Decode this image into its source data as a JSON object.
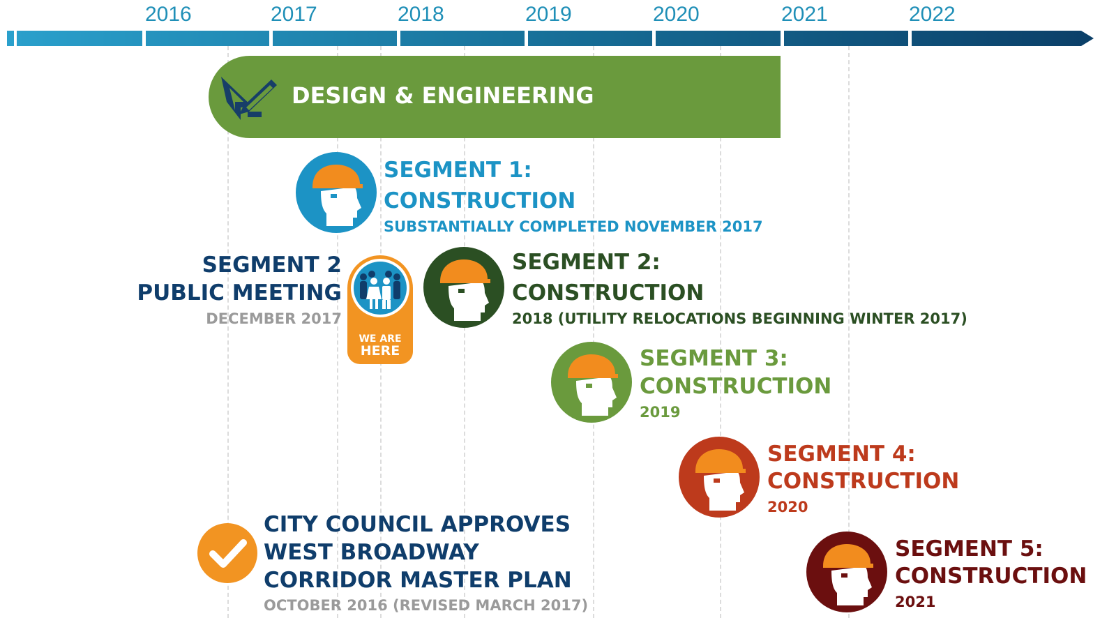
{
  "timeline": {
    "years": [
      "2016",
      "2017",
      "2018",
      "2019",
      "2020",
      "2021",
      "2022"
    ],
    "bar_colors": [
      "#2a9fcb",
      "#1d85ad",
      "#166f97",
      "#0f5d84",
      "#0a4c73"
    ]
  },
  "design": {
    "label": "DESIGN & ENGINEERING",
    "icon": "drafting-tools-icon",
    "color": "#6a9a3d"
  },
  "segment1": {
    "title_line1": "SEGMENT 1:",
    "title_line2": "CONSTRUCTION",
    "subtitle": "SUBSTANTIALLY COMPLETED NOVEMBER 2017",
    "color": "#1c93c5",
    "icon": "hard-hat-worker-icon"
  },
  "public_meeting": {
    "title_line1": "SEGMENT 2",
    "title_line2": "PUBLIC MEETING",
    "subtitle": "DECEMBER 2017",
    "badge_line1": "WE ARE",
    "badge_line2": "HERE",
    "title_color": "#0f3d6b",
    "subtitle_color": "#9a9a9a",
    "badge_color": "#f29422",
    "icon": "people-group-icon"
  },
  "segment2": {
    "title_line1": "SEGMENT 2:",
    "title_line2": "CONSTRUCTION",
    "subtitle": "2018 (UTILITY RELOCATIONS BEGINNING WINTER 2017)",
    "color": "#2b4f23",
    "icon": "hard-hat-worker-icon"
  },
  "segment3": {
    "title_line1": "SEGMENT 3:",
    "title_line2": "CONSTRUCTION",
    "subtitle": "2019",
    "color": "#6a9a3d",
    "icon": "hard-hat-worker-icon"
  },
  "segment4": {
    "title_line1": "SEGMENT 4:",
    "title_line2": "CONSTRUCTION",
    "subtitle": "2020",
    "color": "#bd3a1c",
    "icon": "hard-hat-worker-icon"
  },
  "segment5": {
    "title_line1": "SEGMENT 5:",
    "title_line2": "CONSTRUCTION",
    "subtitle": "2021",
    "color": "#6b0f0f",
    "icon": "hard-hat-worker-icon"
  },
  "council": {
    "line1": "CITY COUNCIL APPROVES",
    "line2": "WEST BROADWAY",
    "line3": "CORRIDOR MASTER PLAN",
    "subtitle": "OCTOBER 2016 (REVISED MARCH 2017)",
    "title_color": "#0f3d6b",
    "subtitle_color": "#9a9a9a",
    "check_color": "#f29422",
    "icon": "checkmark-icon"
  }
}
